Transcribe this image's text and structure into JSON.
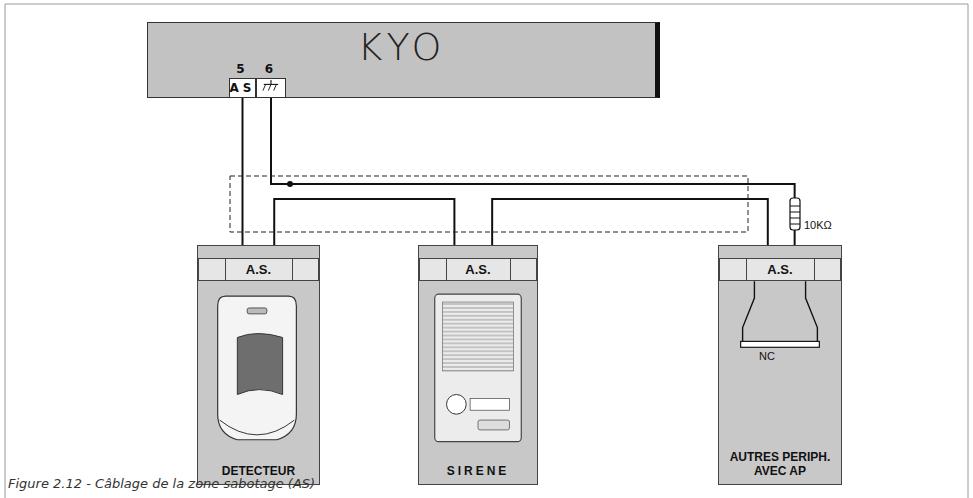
{
  "diagram": {
    "caption": "Figure 2.12 - Câblage de la zone sabotage (AS)",
    "nodes": [
      {
        "text": [
          "KYO"
        ]
      },
      {
        "text": [
          "5",
          "AS"
        ],
        "in": 0
      },
      {
        "text": [
          "6"
        ],
        "in": 0
      },
      {
        "text": [
          "DETECTEUR"
        ]
      },
      {
        "text": [
          "A.S."
        ],
        "in": 3
      },
      {
        "text": [
          "SIRENE"
        ]
      },
      {
        "text": [
          "A.S."
        ],
        "in": 5
      },
      {
        "text": [
          "AUTRES PERIPH. AVEC AP"
        ]
      },
      {
        "text": [
          "A.S."
        ],
        "in": 7
      }
    ],
    "edges": [
      {
        "from": 1,
        "to": 4,
        "arrow": "none"
      },
      {
        "from": 4,
        "to": 6,
        "arrow": "none"
      },
      {
        "from": 6,
        "to": 8,
        "arrow": "none"
      },
      {
        "from": 2,
        "to": 8,
        "arrow": "none"
      }
    ],
    "labels": [
      "NC",
      "10KΩ"
    ]
  }
}
